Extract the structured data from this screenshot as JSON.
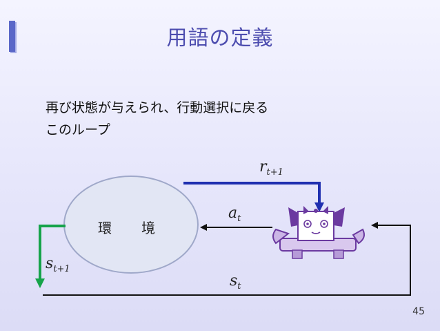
{
  "slide": {
    "title": "用語の定義",
    "body_lines": [
      "再び状態が与えられ、行動選択に戻る",
      "このループ"
    ],
    "page_number": "45"
  },
  "diagram": {
    "environment_label": "環　　境",
    "labels": {
      "reward": {
        "base": "r",
        "sub": "t+1"
      },
      "action": {
        "base": "a",
        "sub": "t"
      },
      "state": {
        "base": "s",
        "sub": "t"
      },
      "next_state": {
        "base": "s",
        "sub": "t+1"
      }
    },
    "colors": {
      "accent": "#5a67c8",
      "reward_arrow": "#1f2fb0",
      "next_state_arrow": "#16a34a",
      "ellipse_fill": "#e2e6f4",
      "ellipse_stroke": "#9fa8c9",
      "agent_purple": "#6b3aa0"
    },
    "agent_icon": "robot-agent-icon"
  }
}
